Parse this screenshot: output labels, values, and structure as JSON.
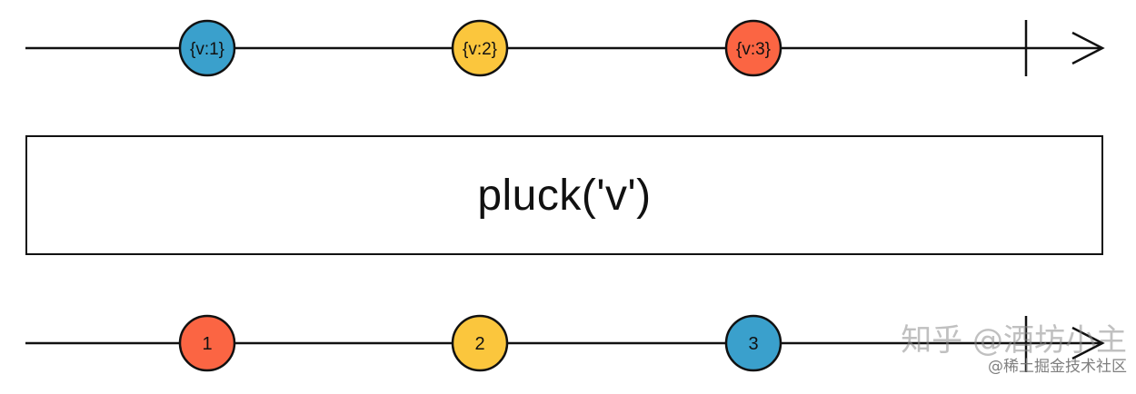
{
  "diagram": {
    "operator_label": "pluck('v')",
    "input_stream": {
      "items": [
        {
          "label": "{v:1}",
          "color": "#3aa0cc"
        },
        {
          "label": "{v:2}",
          "color": "#fbc63d"
        },
        {
          "label": "{v:3}",
          "color": "#fb6543"
        }
      ],
      "completes": true
    },
    "output_stream": {
      "items": [
        {
          "label": "1",
          "color": "#fb6543"
        },
        {
          "label": "2",
          "color": "#fbc63d"
        },
        {
          "label": "3",
          "color": "#3aa0cc"
        }
      ],
      "completes": true
    }
  },
  "watermark": {
    "main": "知乎 @酒坊小主",
    "sub": "@稀土掘金技术社区"
  }
}
